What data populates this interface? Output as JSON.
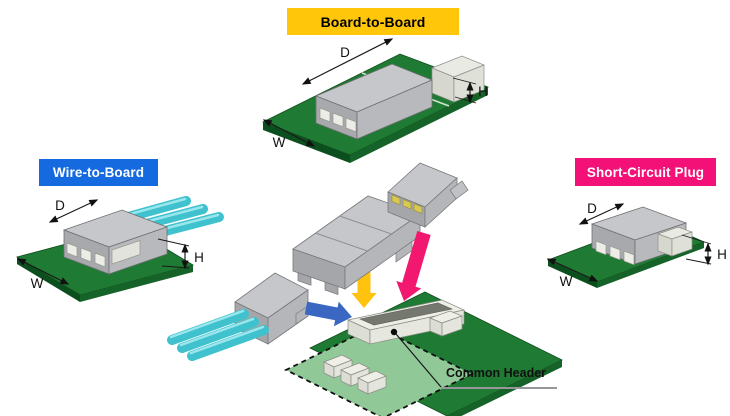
{
  "labels": {
    "board_to_board": "Board-to-Board",
    "wire_to_board": "Wire-to-Board",
    "short_circuit_plug": "Short-Circuit Plug",
    "common_header": "Common Header"
  },
  "dimension_labels": {
    "d": "D",
    "w": "W",
    "h": "H"
  },
  "colors": {
    "badge_yellow": "#FFC60A",
    "badge_blue": "#166ADF",
    "badge_pink": "#F31077",
    "arrow_blue": "#3A67C2",
    "arrow_yellow": "#FFC20E",
    "arrow_pink": "#F2186F",
    "pcb_green": "#1F7A33",
    "pcb_green_light": "#90C897",
    "wire_cyan": "#3FC2CE",
    "connector_gray": "#C6C7CA"
  }
}
